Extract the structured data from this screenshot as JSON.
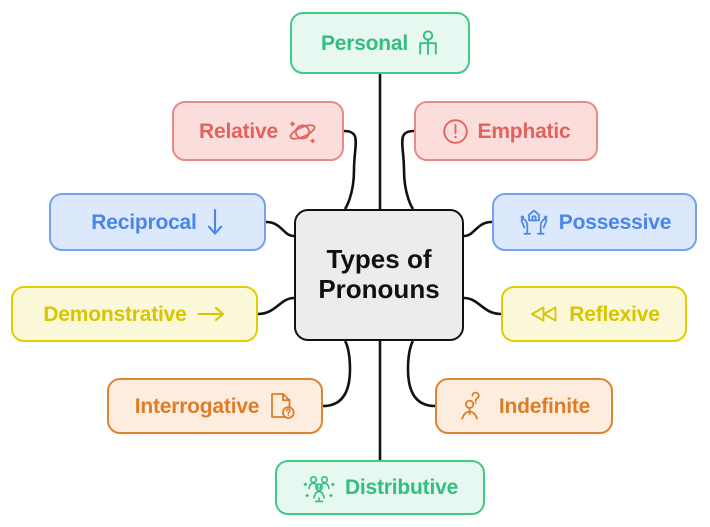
{
  "diagram": {
    "type": "mind-map",
    "title": "Types of Pronouns",
    "center": {
      "label_line1": "Types of",
      "label_line2": "Pronouns",
      "fill": "#ececec",
      "border": "#121212"
    },
    "branches": [
      {
        "id": "personal",
        "label": "Personal",
        "icon": "person-icon",
        "icon_side": "right",
        "color": "#34bd80",
        "fill": "#e6f8ef",
        "border": "#41c98b",
        "position": "top"
      },
      {
        "id": "relative",
        "label": "Relative",
        "icon": "planet-icon",
        "icon_side": "right",
        "color": "#e2635e",
        "fill": "#fbdedc",
        "border": "#ea8a85",
        "position": "upper-left"
      },
      {
        "id": "emphatic",
        "label": "Emphatic",
        "icon": "exclamation-circle-icon",
        "icon_side": "left",
        "color": "#e2635e",
        "fill": "#fbdedc",
        "border": "#ea8a85",
        "position": "upper-right"
      },
      {
        "id": "reciprocal",
        "label": "Reciprocal",
        "icon": "arrow-down-icon",
        "icon_side": "right",
        "color": "#4a86e8",
        "fill": "#dce8fc",
        "border": "#74a2f0",
        "position": "left-upper"
      },
      {
        "id": "possessive",
        "label": "Possessive",
        "icon": "hands-holding-house-icon",
        "icon_side": "left",
        "color": "#4a86e8",
        "fill": "#dce8fc",
        "border": "#74a2f0",
        "position": "right-upper"
      },
      {
        "id": "demonstrative",
        "label": "Demonstrative",
        "icon": "arrow-right-icon",
        "icon_side": "right",
        "color": "#d9c400",
        "fill": "#fbf8d9",
        "border": "#e0cf00",
        "position": "left-lower"
      },
      {
        "id": "reflexive",
        "label": "Reflexive",
        "icon": "rewind-icon",
        "icon_side": "left",
        "color": "#d9c400",
        "fill": "#fbf8d9",
        "border": "#e0cf00",
        "position": "right-lower"
      },
      {
        "id": "interrogative",
        "label": "Interrogative",
        "icon": "document-question-icon",
        "icon_side": "right",
        "color": "#de7d28",
        "fill": "#fcedde",
        "border": "#e0842f",
        "position": "lower-left"
      },
      {
        "id": "indefinite",
        "label": "Indefinite",
        "icon": "person-question-icon",
        "icon_side": "left",
        "color": "#de7d28",
        "fill": "#fcedde",
        "border": "#e0842f",
        "position": "lower-right"
      },
      {
        "id": "distributive",
        "label": "Distributive",
        "icon": "people-group-icon",
        "icon_side": "left",
        "color": "#34bd80",
        "fill": "#e6f8ef",
        "border": "#41c98b",
        "position": "bottom"
      }
    ]
  }
}
